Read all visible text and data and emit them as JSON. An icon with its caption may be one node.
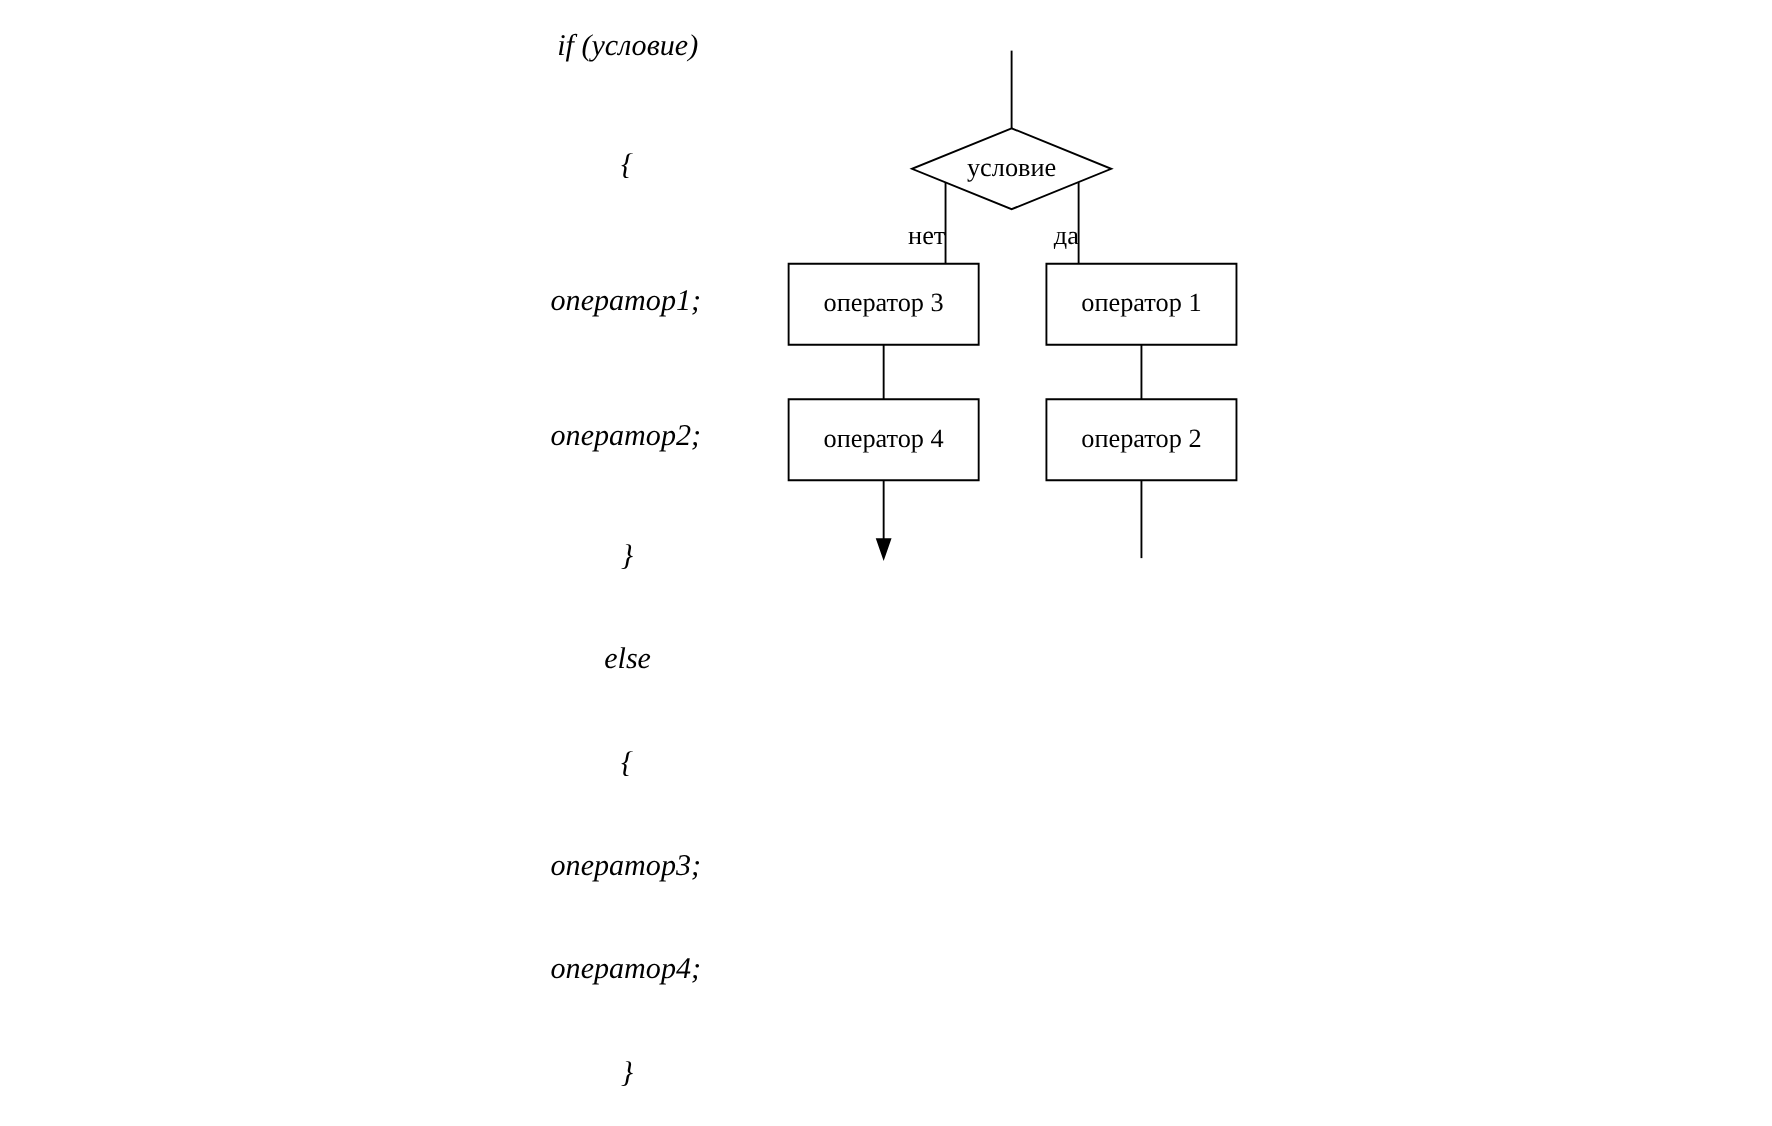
{
  "diagram": {
    "nodes": [
      {
        "text": [
          "условие"
        ]
      },
      {
        "text": [
          "оператор 3"
        ]
      },
      {
        "text": [
          "оператор 4"
        ]
      },
      {
        "text": [
          "оператор 1"
        ]
      },
      {
        "text": [
          "оператор 2"
        ]
      }
    ],
    "edges": [
      {
        "from": null,
        "to": 0,
        "arrow": "none"
      },
      {
        "from": 0,
        "to": 1,
        "arrow": "none",
        "label": "нет"
      },
      {
        "from": 0,
        "to": 3,
        "arrow": "none",
        "label": "да"
      },
      {
        "from": 1,
        "to": 2,
        "arrow": "none"
      },
      {
        "from": 3,
        "to": 4,
        "arrow": "none"
      },
      {
        "from": 2,
        "to": null,
        "arrow": "to"
      },
      {
        "from": 4,
        "to": null,
        "arrow": "none"
      }
    ],
    "labels": [
      "if (условие)",
      "{",
      "оператор1;",
      "оператор2;",
      "}",
      "else",
      "{",
      "оператор3;",
      "оператор4;",
      "}"
    ]
  }
}
